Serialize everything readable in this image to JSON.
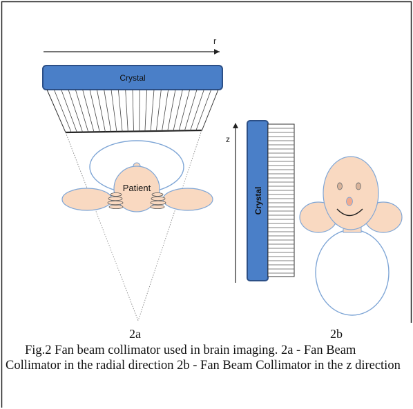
{
  "figure": {
    "axis_r_label": "r",
    "axis_z_label": "z",
    "crystal_label_a": "Crystal",
    "crystal_label_b": "Crystal",
    "patient_label": "Patient",
    "panel_a_label": "2a",
    "panel_b_label": "2b",
    "caption": "Fig.2 Fan beam collimator used in brain imaging. 2a - Fan Beam Collimator in the radial direction 2b - Fan Beam Collimator in the z direction"
  },
  "colors": {
    "crystal_fill": "#4a7fc8",
    "crystal_stroke": "#2c4f86",
    "skin_fill": "#f9d9c1",
    "outline_blue": "#7fa6d6",
    "frame": "#222222"
  },
  "icons": {
    "axis_arrow": "arrow",
    "collimator": "fan-beam-lines"
  }
}
